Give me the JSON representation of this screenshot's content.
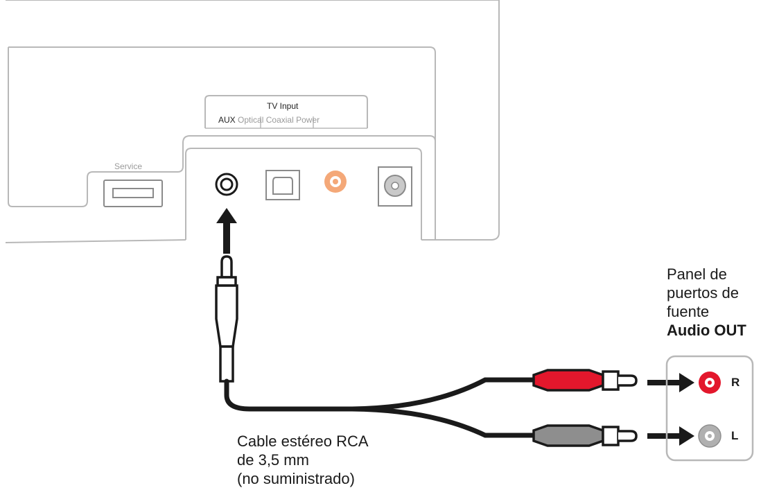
{
  "device": {
    "service_label": "Service",
    "tv_input_label": "TV Input",
    "port_labels": {
      "aux": "AUX",
      "optical": "Optical",
      "coaxial": "Coaxial",
      "power": "Power"
    }
  },
  "source_panel": {
    "title_lines": [
      "Panel de",
      "puertos de",
      "fuente"
    ],
    "title_bold": "Audio OUT",
    "jack_r": "R",
    "jack_l": "L"
  },
  "cable": {
    "caption_lines": [
      "Cable estéreo RCA",
      "de 3,5 mm",
      "(no suministrado)"
    ]
  },
  "colors": {
    "outline": "#b8b8b8",
    "dark": "#1a1a1a",
    "rca_red": "#e3172c",
    "rca_grey": "#8e8e8e",
    "coax_orange": "#f4a878"
  }
}
